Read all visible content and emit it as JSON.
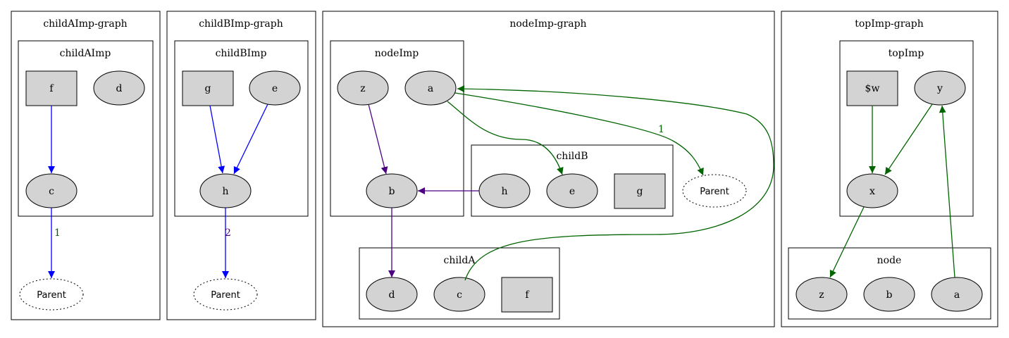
{
  "graphs": [
    {
      "title": "childAImp-graph",
      "cluster": "childAImp",
      "nodes": [
        "f",
        "d",
        "c"
      ],
      "parent": "Parent",
      "edge_label": "1"
    },
    {
      "title": "childBImp-graph",
      "cluster": "childBImp",
      "nodes": [
        "g",
        "e",
        "h"
      ],
      "parent": "Parent",
      "edge_label": "2"
    },
    {
      "title": "nodeImp-graph",
      "cluster": "nodeImp",
      "nodes": [
        "z",
        "a",
        "b"
      ],
      "subclusters": [
        {
          "title": "childB",
          "nodes": [
            "h",
            "e",
            "g"
          ]
        },
        {
          "title": "childA",
          "nodes": [
            "d",
            "c",
            "f"
          ]
        }
      ],
      "parent": "Parent",
      "edge_label": "1"
    },
    {
      "title": "topImp-graph",
      "cluster": "topImp",
      "nodes": [
        "$w",
        "y",
        "x"
      ],
      "subclusters": [
        {
          "title": "node",
          "nodes": [
            "z",
            "b",
            "a"
          ]
        }
      ]
    }
  ],
  "colors": {
    "blue": "#0000ff",
    "green": "#006400",
    "purple": "#4b0082",
    "node_fill": "#d3d3d3"
  }
}
